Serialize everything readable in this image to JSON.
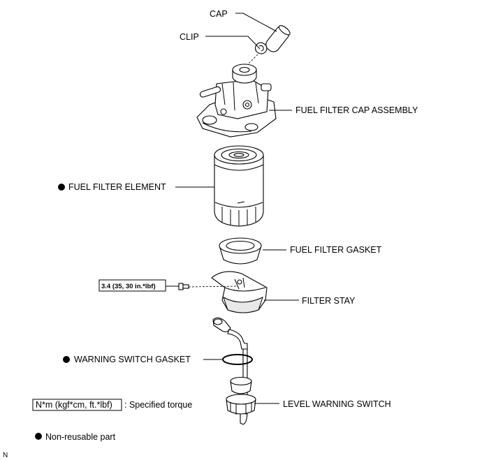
{
  "labels": {
    "cap": "CAP",
    "clip": "CLIP",
    "cap_assembly": "FUEL FILTER CAP ASSEMBLY",
    "element": "FUEL FILTER ELEMENT",
    "gasket": "FUEL FILTER GASKET",
    "filter_stay": "FILTER STAY",
    "warning_gasket": "WARNING SWITCH GASKET",
    "level_switch": "LEVEL WARNING SWITCH"
  },
  "torque_spec": "3.4 (35, 30 in.*lbf)",
  "legend": {
    "torque_box": "N*m (kgf*cm, ft.*lbf)",
    "torque_text": ": Specified torque",
    "nonreusable_text": "Non-reusable part"
  },
  "corner_mark": "N"
}
